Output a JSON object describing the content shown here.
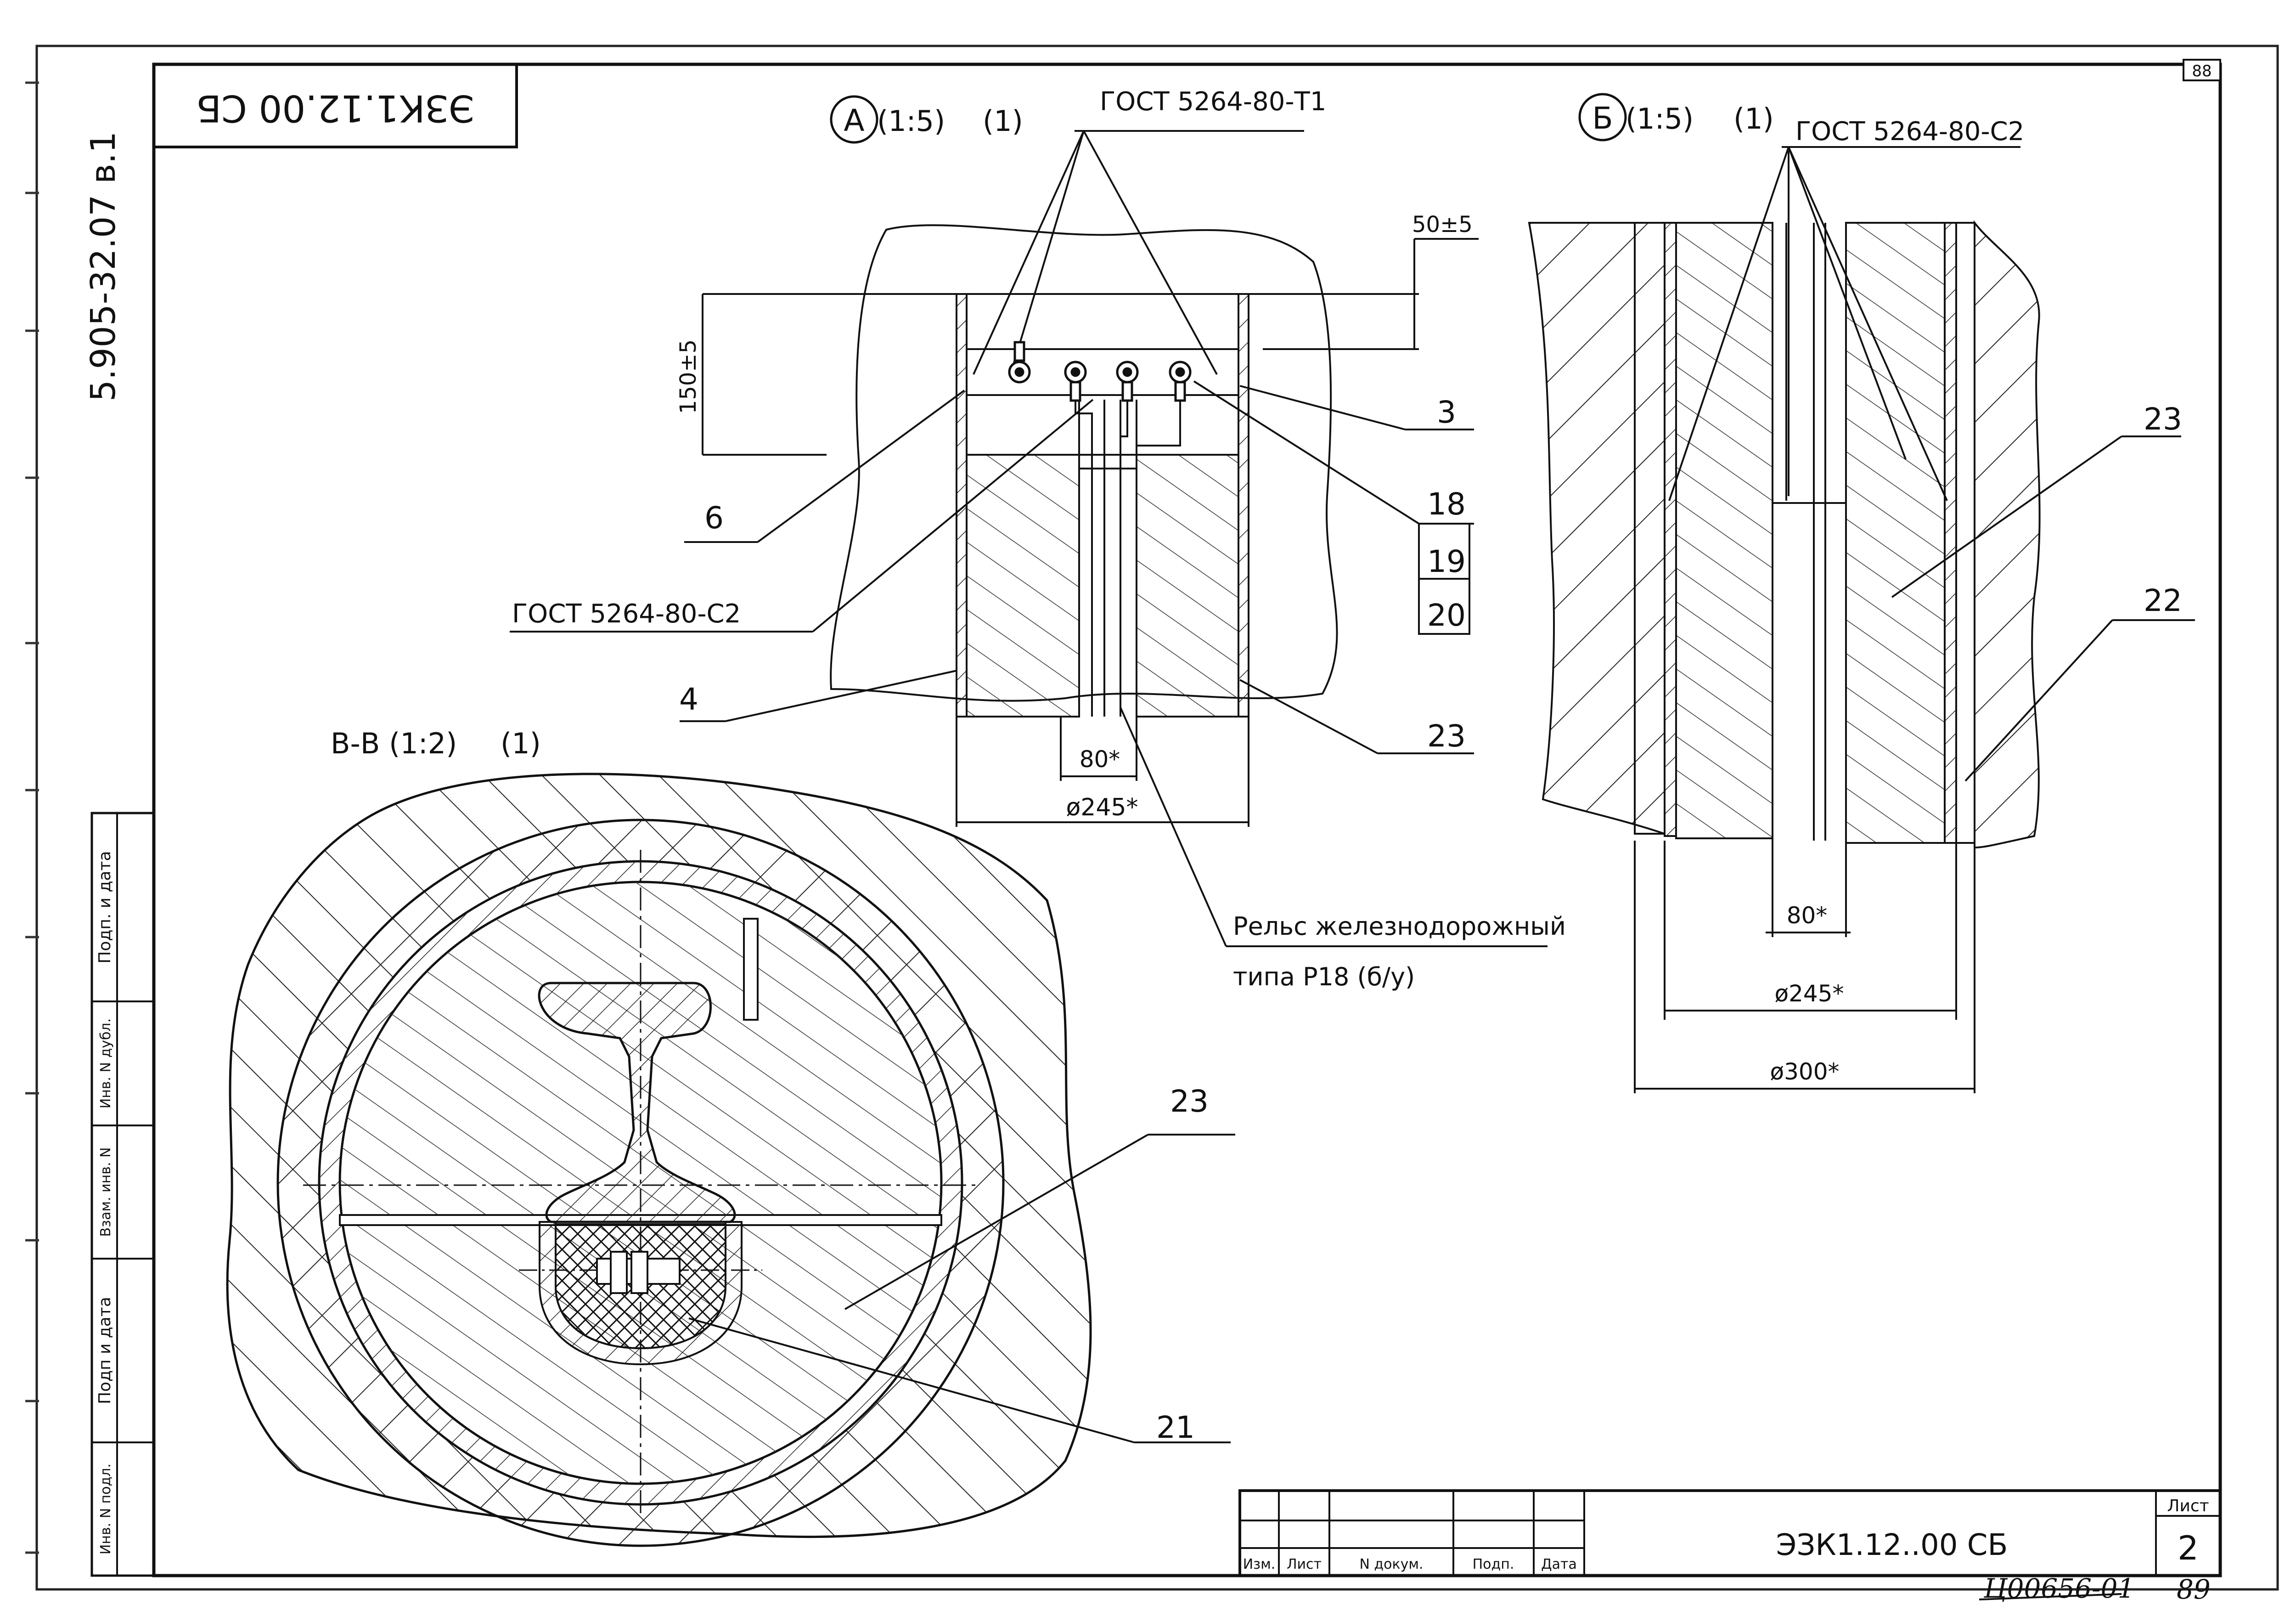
{
  "sheet": {
    "corner_number": "88",
    "stamp_code_mirrored": "ЭЗК1.12.00 СБ",
    "side_code": "5.905-32.07 в.1",
    "title_code": "ЭЗК1.12..00 СБ",
    "sheet_label": "Лист",
    "sheet_number": "2",
    "archive_number": "Ц00656-01",
    "page_number": "89"
  },
  "side_strip": {
    "labels": [
      "Подп. и дата",
      "Инв. N дубл.",
      "Взам. инв. N",
      "Подп и дата",
      "Инв. N подл."
    ]
  },
  "title_block": {
    "cols": [
      "Изм.",
      "Лист",
      "N  докум.",
      "Подп.",
      "Дата"
    ]
  },
  "view_a": {
    "title_letter": "А",
    "scale": "(1:5)",
    "note": "(1)",
    "weld_top": "ГОСТ 5264-80-Т1",
    "weld_left": "ГОСТ 5264-80-С2",
    "dim_vertical": "150±5",
    "dim_top": "50±5",
    "dim_inner": "80*",
    "dim_diameter": "ø245*",
    "callouts": [
      "3",
      "18",
      "19",
      "20",
      "6",
      "4",
      "23"
    ],
    "rail_label_1": "Рельс железнодорожный",
    "rail_label_2": "типа Р18 (б/у)"
  },
  "view_b": {
    "title_letter": "Б",
    "scale": "(1:5)",
    "note": "(1)",
    "weld": "ГОСТ 5264-80-С2",
    "callouts": [
      "23",
      "22"
    ],
    "dim_inner": "80*",
    "dim_d1": "ø245*",
    "dim_d2": "ø300*"
  },
  "section_vv": {
    "title": "В-В (1:2)",
    "note": "(1)",
    "callouts": [
      "23",
      "21"
    ]
  }
}
